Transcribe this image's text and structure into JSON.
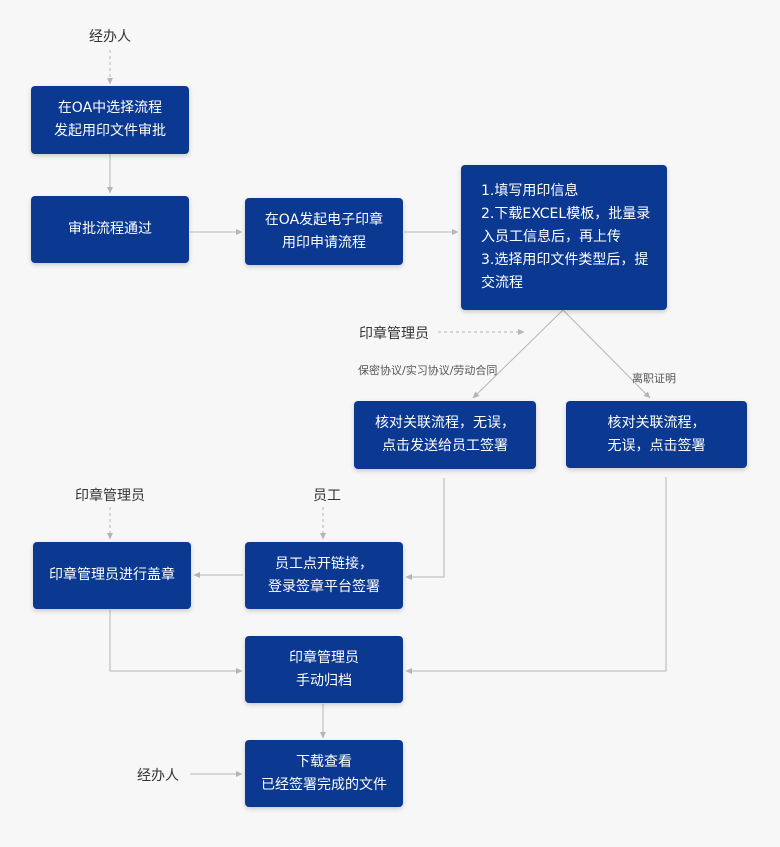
{
  "nodes": {
    "oa_select": [
      "在OA中选择流程",
      "发起用印文件审批"
    ],
    "approval_passed": [
      "审批流程通过"
    ],
    "oa_esign": [
      "在OA发起电子印章",
      "用印申请流程"
    ],
    "steps": [
      "1.填写用印信息",
      "2.下载EXCEL模板，批量录",
      "入员工信息后，再上传",
      "3.选择用印文件类型后，提",
      "交流程"
    ],
    "verify_send": [
      "核对关联流程，无误，",
      "点击发送给员工签署"
    ],
    "verify_sign": [
      "核对关联流程，",
      "无误，点击签署"
    ],
    "admin_stamp": [
      "印章管理员进行盖章"
    ],
    "employee_sign": [
      "员工点开链接，",
      "登录签章平台签署"
    ],
    "manual_archive": [
      "印章管理员",
      "手动归档"
    ],
    "download": [
      "下载查看",
      "已经签署完成的文件"
    ]
  },
  "labels": {
    "handler_top": "经办人",
    "seal_admin_mid": "印章管理员",
    "branch_left": "保密协议/实习协议/劳动合同",
    "branch_right": "离职证明",
    "seal_admin_left": "印章管理员",
    "employee": "员工",
    "handler_bottom": "经办人"
  }
}
